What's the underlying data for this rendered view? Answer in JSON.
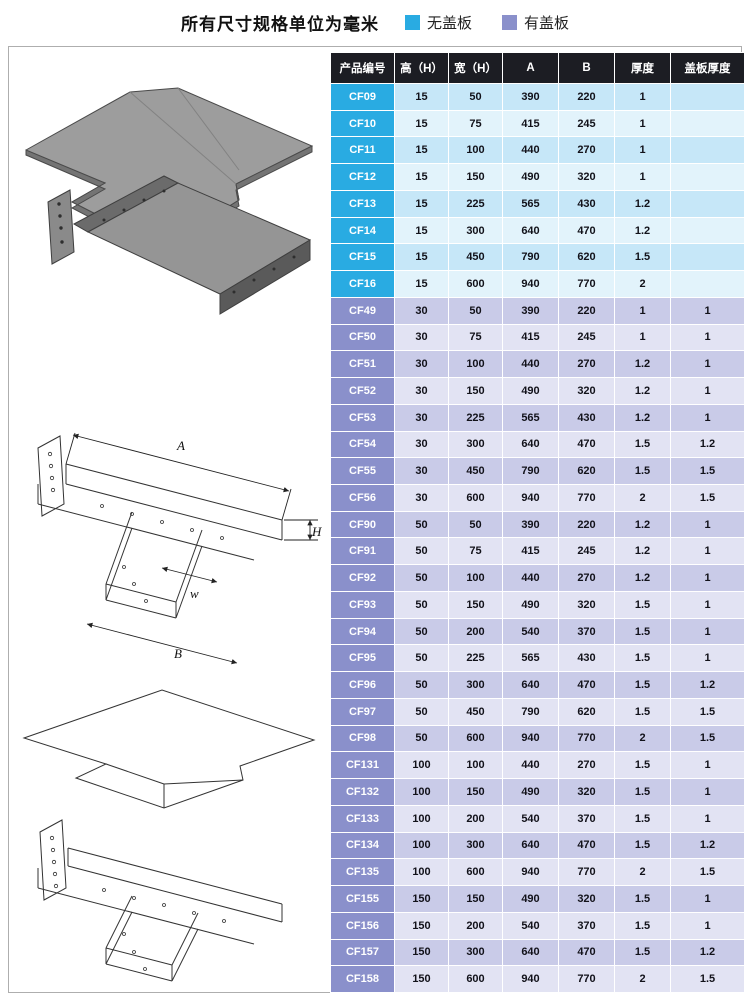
{
  "page": {
    "title": "所有尺寸规格单位为毫米"
  },
  "legend": [
    {
      "label": "无盖板",
      "color": "#29abe2"
    },
    {
      "label": "有盖板",
      "color": "#8a90cb"
    }
  ],
  "diagrams": {
    "labels": {
      "A": "A",
      "B": "B",
      "H": "H",
      "w": "w"
    }
  },
  "table": {
    "columns": [
      "产品编号",
      "高（H）",
      "宽（H）",
      "A",
      "B",
      "厚度",
      "盖板厚度"
    ],
    "rows": [
      {
        "code": "CF09",
        "group": "cyan",
        "values": [
          "15",
          "50",
          "390",
          "220",
          "1",
          ""
        ]
      },
      {
        "code": "CF10",
        "group": "cyan",
        "values": [
          "15",
          "75",
          "415",
          "245",
          "1",
          ""
        ]
      },
      {
        "code": "CF11",
        "group": "cyan",
        "values": [
          "15",
          "100",
          "440",
          "270",
          "1",
          ""
        ]
      },
      {
        "code": "CF12",
        "group": "cyan",
        "values": [
          "15",
          "150",
          "490",
          "320",
          "1",
          ""
        ]
      },
      {
        "code": "CF13",
        "group": "cyan",
        "values": [
          "15",
          "225",
          "565",
          "430",
          "1.2",
          ""
        ]
      },
      {
        "code": "CF14",
        "group": "cyan",
        "values": [
          "15",
          "300",
          "640",
          "470",
          "1.2",
          ""
        ]
      },
      {
        "code": "CF15",
        "group": "cyan",
        "values": [
          "15",
          "450",
          "790",
          "620",
          "1.5",
          ""
        ]
      },
      {
        "code": "CF16",
        "group": "cyan",
        "values": [
          "15",
          "600",
          "940",
          "770",
          "2",
          ""
        ]
      },
      {
        "code": "CF49",
        "group": "purple",
        "values": [
          "30",
          "50",
          "390",
          "220",
          "1",
          "1"
        ]
      },
      {
        "code": "CF50",
        "group": "purple",
        "values": [
          "30",
          "75",
          "415",
          "245",
          "1",
          "1"
        ]
      },
      {
        "code": "CF51",
        "group": "purple",
        "values": [
          "30",
          "100",
          "440",
          "270",
          "1.2",
          "1"
        ]
      },
      {
        "code": "CF52",
        "group": "purple",
        "values": [
          "30",
          "150",
          "490",
          "320",
          "1.2",
          "1"
        ]
      },
      {
        "code": "CF53",
        "group": "purple",
        "values": [
          "30",
          "225",
          "565",
          "430",
          "1.2",
          "1"
        ]
      },
      {
        "code": "CF54",
        "group": "purple",
        "values": [
          "30",
          "300",
          "640",
          "470",
          "1.5",
          "1.2"
        ]
      },
      {
        "code": "CF55",
        "group": "purple",
        "values": [
          "30",
          "450",
          "790",
          "620",
          "1.5",
          "1.5"
        ]
      },
      {
        "code": "CF56",
        "group": "purple",
        "values": [
          "30",
          "600",
          "940",
          "770",
          "2",
          "1.5"
        ]
      },
      {
        "code": "CF90",
        "group": "purple",
        "values": [
          "50",
          "50",
          "390",
          "220",
          "1.2",
          "1"
        ]
      },
      {
        "code": "CF91",
        "group": "purple",
        "values": [
          "50",
          "75",
          "415",
          "245",
          "1.2",
          "1"
        ]
      },
      {
        "code": "CF92",
        "group": "purple",
        "values": [
          "50",
          "100",
          "440",
          "270",
          "1.2",
          "1"
        ]
      },
      {
        "code": "CF93",
        "group": "purple",
        "values": [
          "50",
          "150",
          "490",
          "320",
          "1.5",
          "1"
        ]
      },
      {
        "code": "CF94",
        "group": "purple",
        "values": [
          "50",
          "200",
          "540",
          "370",
          "1.5",
          "1"
        ]
      },
      {
        "code": "CF95",
        "group": "purple",
        "values": [
          "50",
          "225",
          "565",
          "430",
          "1.5",
          "1"
        ]
      },
      {
        "code": "CF96",
        "group": "purple",
        "values": [
          "50",
          "300",
          "640",
          "470",
          "1.5",
          "1.2"
        ]
      },
      {
        "code": "CF97",
        "group": "purple",
        "values": [
          "50",
          "450",
          "790",
          "620",
          "1.5",
          "1.5"
        ]
      },
      {
        "code": "CF98",
        "group": "purple",
        "values": [
          "50",
          "600",
          "940",
          "770",
          "2",
          "1.5"
        ]
      },
      {
        "code": "CF131",
        "group": "purple",
        "values": [
          "100",
          "100",
          "440",
          "270",
          "1.5",
          "1"
        ]
      },
      {
        "code": "CF132",
        "group": "purple",
        "values": [
          "100",
          "150",
          "490",
          "320",
          "1.5",
          "1"
        ]
      },
      {
        "code": "CF133",
        "group": "purple",
        "values": [
          "100",
          "200",
          "540",
          "370",
          "1.5",
          "1"
        ]
      },
      {
        "code": "CF134",
        "group": "purple",
        "values": [
          "100",
          "300",
          "640",
          "470",
          "1.5",
          "1.2"
        ]
      },
      {
        "code": "CF135",
        "group": "purple",
        "values": [
          "100",
          "600",
          "940",
          "770",
          "2",
          "1.5"
        ]
      },
      {
        "code": "CF155",
        "group": "purple",
        "values": [
          "150",
          "150",
          "490",
          "320",
          "1.5",
          "1"
        ]
      },
      {
        "code": "CF156",
        "group": "purple",
        "values": [
          "150",
          "200",
          "540",
          "370",
          "1.5",
          "1"
        ]
      },
      {
        "code": "CF157",
        "group": "purple",
        "values": [
          "150",
          "300",
          "640",
          "470",
          "1.5",
          "1.2"
        ]
      },
      {
        "code": "CF158",
        "group": "purple",
        "values": [
          "150",
          "600",
          "940",
          "770",
          "2",
          "1.5"
        ]
      }
    ]
  }
}
